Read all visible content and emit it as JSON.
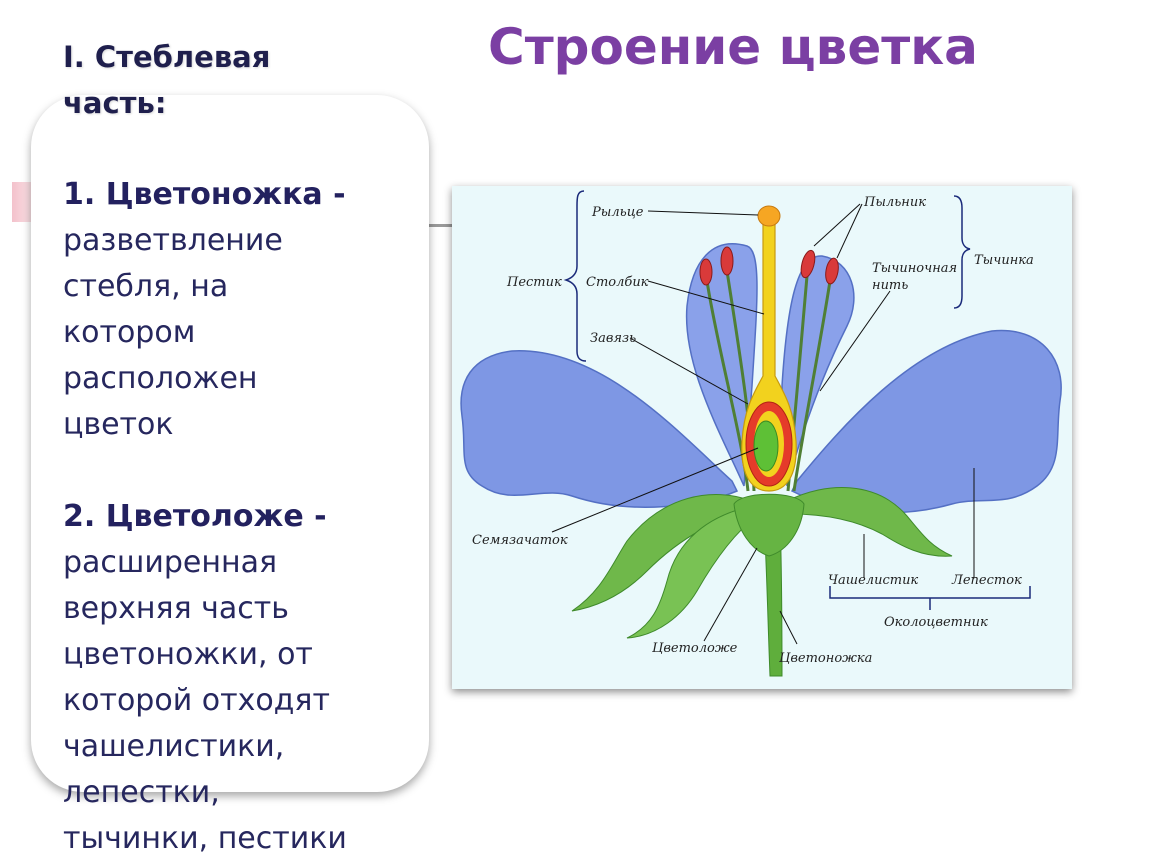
{
  "slide": {
    "title": "Строение цветка"
  },
  "left_panel": {
    "heading_line1": "I. Стеблевая",
    "heading_line2": "часть:",
    "item1": {
      "term": "1. Цветоножка -",
      "lines": [
        "разветвление",
        "стебля, на",
        "котором",
        "расположен",
        "цветок"
      ]
    },
    "item2": {
      "term": "2. Цветоложе -",
      "lines": [
        "расширенная",
        "верхняя часть",
        "цветоножки, от",
        "которой отходят",
        "чашелистики,",
        "лепестки,",
        "тычинки, пестики"
      ]
    }
  },
  "diagram": {
    "labels": {
      "stigma": "Рыльце",
      "anther": "Пыльник",
      "pistil": "Пестик",
      "style": "Столбик",
      "stamen": "Тычинка",
      "filament_line1": "Тычиночная",
      "filament_line2": "нить",
      "ovary": "Завязь",
      "ovule": "Семязачаток",
      "sepal": "Чашелистик",
      "petal": "Лепесток",
      "perianth": "Околоцветник",
      "receptacle": "Цветоложе",
      "pedicel": "Цветоножка"
    },
    "colors": {
      "background": "#eaf9fb",
      "petal": "#7e97e4",
      "sepal": "#6fb84a",
      "style": "#f2d21e",
      "ovary_wall": "#e53b2a",
      "ovule": "#5ec036",
      "anther": "#d93a3a"
    }
  }
}
